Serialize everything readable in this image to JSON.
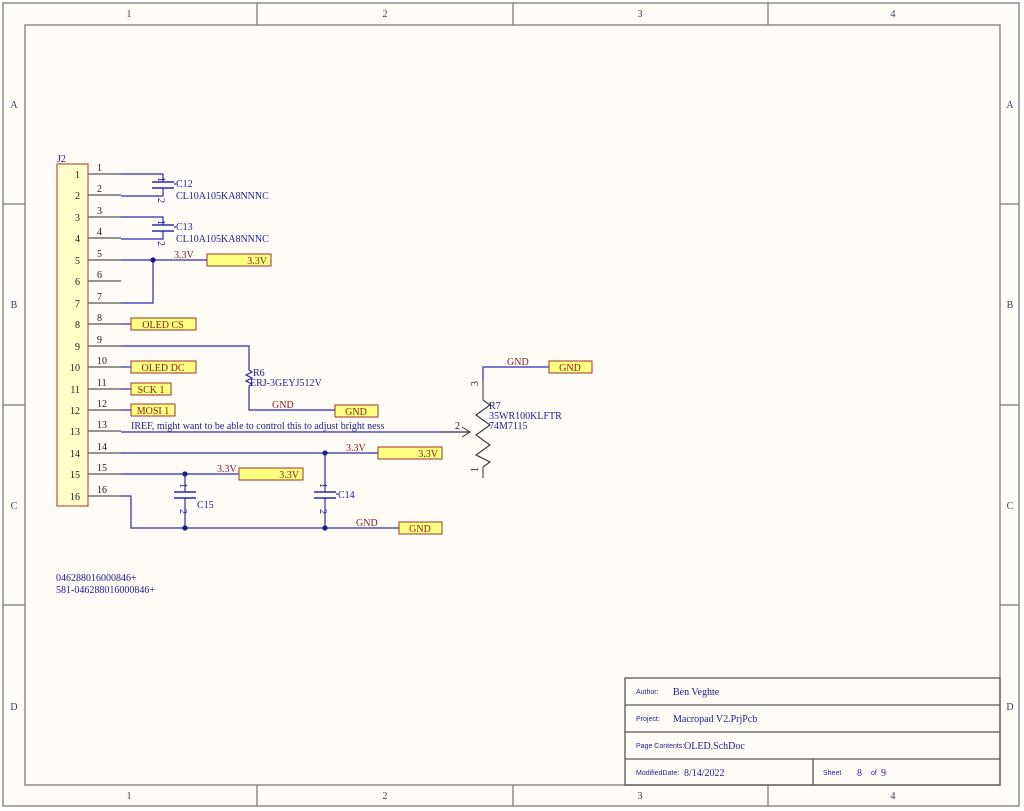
{
  "sheet": {
    "column_labels": [
      "1",
      "2",
      "3",
      "4"
    ],
    "row_labels": [
      "A",
      "B",
      "C",
      "D"
    ],
    "colors": {
      "background": "#fffcf8",
      "wire": "#2b2bb0",
      "component_text": "#1c1c8c",
      "net_label": "#8a1a1a",
      "port_fill": "#ffff80",
      "port_border": "#a0302a",
      "connector_fill": "#ffffc8",
      "connector_border": "#c06050"
    }
  },
  "connector": {
    "designator": "J2",
    "pins": [
      "1",
      "2",
      "3",
      "4",
      "5",
      "6",
      "7",
      "8",
      "9",
      "10",
      "11",
      "12",
      "13",
      "14",
      "15",
      "16"
    ],
    "part_numbers": [
      "046288016000846+",
      "581-046288016000846+"
    ]
  },
  "capacitors": [
    {
      "designator": "C12",
      "value": "CL10A105KA8NNNC"
    },
    {
      "designator": "C13",
      "value": "CL10A105KA8NNNC"
    },
    {
      "designator": "C15",
      "value": ""
    },
    {
      "designator": "C14",
      "value": ""
    }
  ],
  "resistors": {
    "r6": {
      "designator": "R6",
      "value": "ERJ-3GEYJ512V"
    },
    "r7": {
      "designator": "R7",
      "value": "35WR100KLFTR",
      "value2": "74M7115",
      "pins": [
        "1",
        "2",
        "3"
      ]
    }
  },
  "cap_pin_labels": {
    "p1": "1",
    "p2": "2"
  },
  "nets": {
    "pwr_33": "3.3V",
    "gnd": "GND",
    "iref_note": "IREF, might want to be able to control this to adjust bright ness"
  },
  "ports": {
    "p33_a": "3.3V",
    "oled_cs": "OLED CS",
    "oled_dc": "OLED DC",
    "sck": "SCK 1",
    "mosi": "MOSI 1",
    "gnd_r6": "GND",
    "gnd_r7": "GND",
    "p33_b": "3.3V",
    "p33_c": "3.3V",
    "gnd_caps": "GND"
  },
  "title_block": {
    "author_label": "Author:",
    "author": "Ben Veghte",
    "project_label": "Project:",
    "project": "Macropad V2.PrjPcb",
    "contents_label": "Page Contents:",
    "contents": "OLED.SchDoc",
    "date_label": "ModifiedDate:",
    "date": "8/14/2022",
    "sheet_label": "Sheet",
    "sheet_num": "8",
    "of_label": "of",
    "sheet_total": "9"
  }
}
